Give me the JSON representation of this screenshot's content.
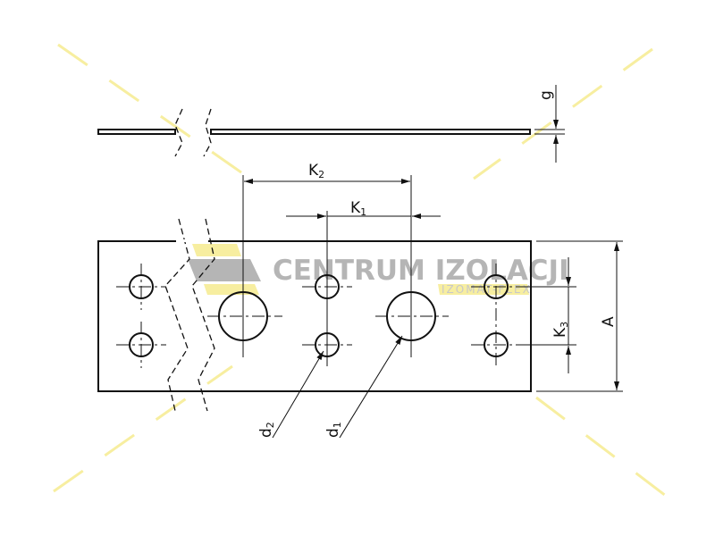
{
  "labels": {
    "g": "g",
    "k2": "K",
    "k2_sub": "2",
    "k1": "K",
    "k1_sub": "1",
    "a": "A",
    "k3": "K",
    "k3_sub": "3",
    "d2": "d",
    "d2_sub": "2",
    "d1": "d",
    "d1_sub": "1"
  },
  "watermark": {
    "title": "CENTRUM IZOLACJI",
    "subtitle": "IZOMAT-FLEX"
  },
  "colors": {
    "line": "#111111",
    "watermark_yellow": "#f7eea0",
    "watermark_gray": "#b5b5b5"
  }
}
